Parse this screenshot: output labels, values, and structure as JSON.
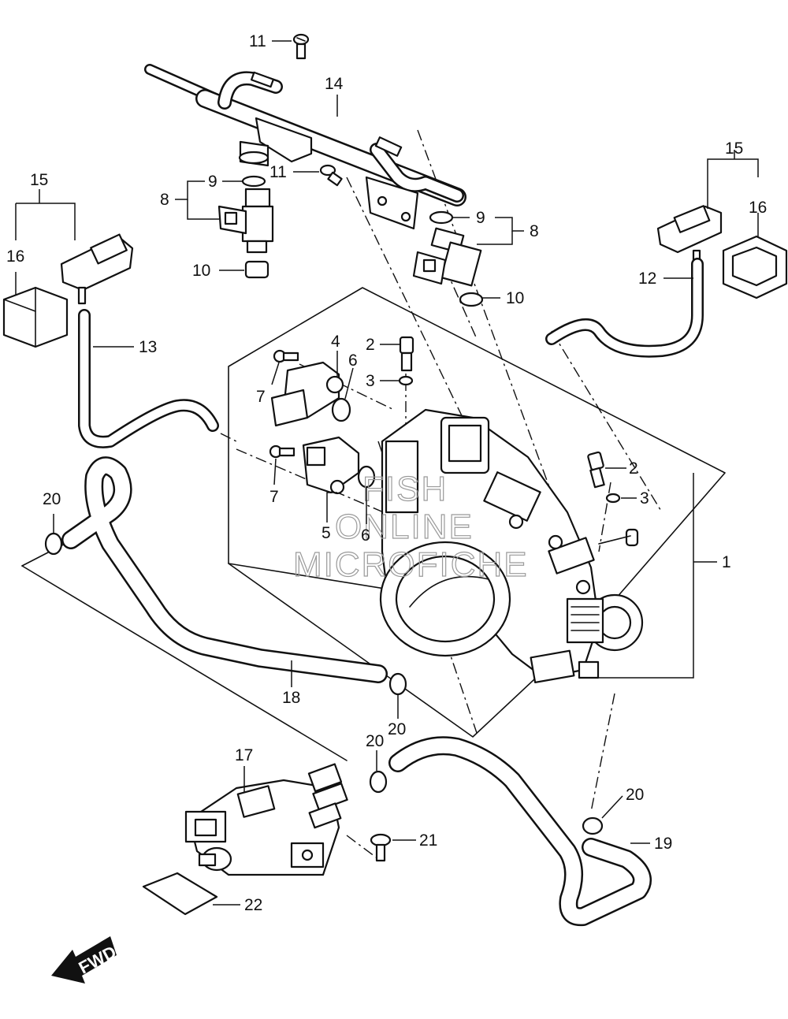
{
  "callouts": {
    "c1": "1",
    "c2a": "2",
    "c2b": "2",
    "c3a": "3",
    "c3b": "3",
    "c4": "4",
    "c5": "5",
    "c6a": "6",
    "c6b": "6",
    "c7a": "7",
    "c7b": "7",
    "c8a": "8",
    "c8b": "8",
    "c9a": "9",
    "c9b": "9",
    "c10a": "10",
    "c10b": "10",
    "c11a": "11",
    "c11b": "11",
    "c12": "12",
    "c13": "13",
    "c14": "14",
    "c15a": "15",
    "c15b": "15",
    "c16a": "16",
    "c16b": "16",
    "c17": "17",
    "c18": "18",
    "c19": "19",
    "c20a": "20",
    "c20b": "20",
    "c20c": "20",
    "c20d": "20",
    "c21": "21",
    "c22": "22"
  },
  "fwd_label": "FWD",
  "watermark": {
    "line1": "FISH",
    "line2": "ONLINE",
    "line3": "MICROFICHE"
  }
}
